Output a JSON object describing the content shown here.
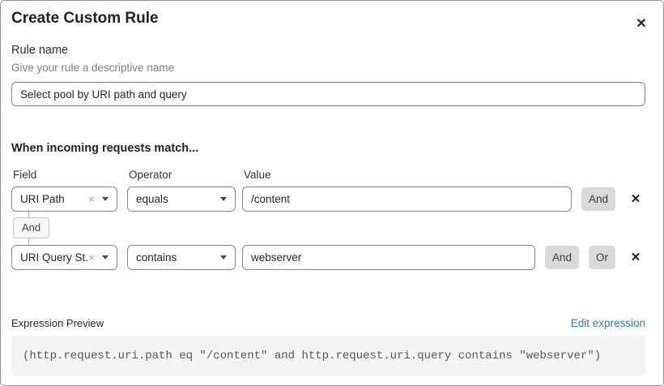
{
  "modal": {
    "title": "Create Custom Rule"
  },
  "icons": {
    "close": "✕",
    "clear": "×",
    "delete": "✕"
  },
  "rule_name": {
    "label": "Rule name",
    "helper": "Give your rule a descriptive name",
    "value": "Select pool by URI path and query"
  },
  "matcher": {
    "heading": "When incoming requests match...",
    "column_labels": {
      "field": "Field",
      "operator": "Operator",
      "value": "Value"
    },
    "connector_label": "And",
    "rows": [
      {
        "field": "URI Path",
        "operator": "equals",
        "value": "/content",
        "buttons": [
          "And"
        ]
      },
      {
        "field": "URI Query St...",
        "operator": "contains",
        "value": "webserver",
        "buttons": [
          "And",
          "Or"
        ]
      }
    ]
  },
  "expression_preview": {
    "label": "Expression Preview",
    "edit_link": "Edit expression",
    "expression": "(http.request.uri.path eq \"/content\" and http.request.uri.query contains \"webserver\")"
  },
  "colors": {
    "link_blue": "#2f7bbf",
    "logic_button_gray": "#d9d9d9",
    "code_background": "#f4f4f5"
  }
}
